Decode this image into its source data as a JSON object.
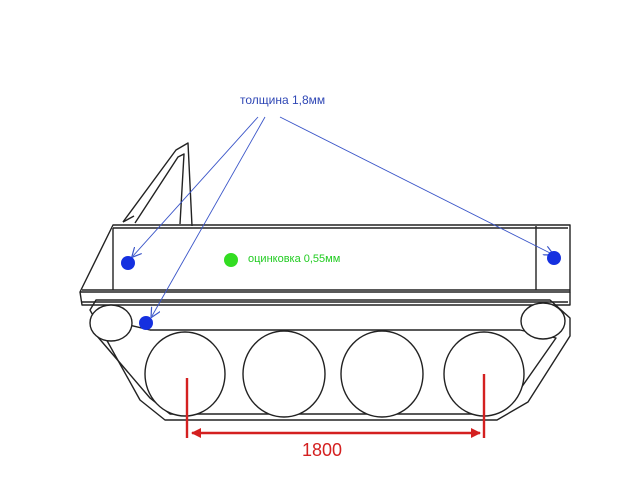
{
  "annotations": {
    "thickness_label": "толщина 1,8мм",
    "galvanized_label": "оцинковка 0,55мм",
    "dimension_label": "1800"
  },
  "colors": {
    "outline": "#222222",
    "leader": "#3a55c8",
    "thickness_text": "#2f47b5",
    "blue_marker": "#1530e0",
    "green_marker": "#33dd22",
    "galvanized_text": "#22cc22",
    "dimension": "#d42020"
  }
}
